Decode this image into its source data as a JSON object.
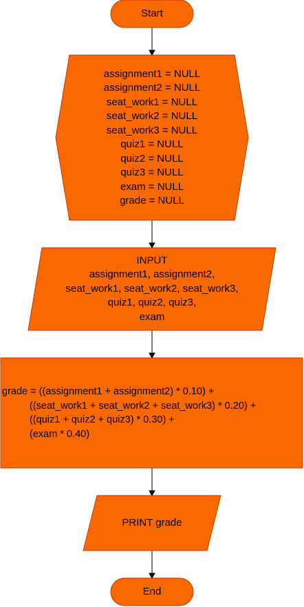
{
  "flowchart": {
    "start": {
      "label": "Start"
    },
    "declare": {
      "lines": [
        "assignment1 = NULL",
        "assignment2 = NULL",
        "seat_work1 = NULL",
        "seat_work2 = NULL",
        "seat_work3 = NULL",
        "quiz1 = NULL",
        "quiz2 = NULL",
        "quiz3 = NULL",
        "exam = NULL",
        "grade = NULL"
      ]
    },
    "input": {
      "lines": [
        "INPUT",
        "assignment1, assignment2,",
        "seat_work1, seat_work2, seat_work3,",
        "quiz1, quiz2, quiz3,",
        "exam"
      ]
    },
    "compute": {
      "lines": [
        "grade = ((assignment1 + assignment2) * 0.10) +",
        "((seat_work1 + seat_work2 + seat_work3) * 0.20) +",
        "((quiz1 + quiz2 + quiz3) * 0.30) +",
        "(exam * 0.40)"
      ]
    },
    "output": {
      "label": "PRINT grade"
    },
    "end": {
      "label": "End"
    }
  },
  "colors": {
    "fill": "#fa6800",
    "stroke": "#c73500",
    "connector": "#000000",
    "text": "#000000"
  }
}
